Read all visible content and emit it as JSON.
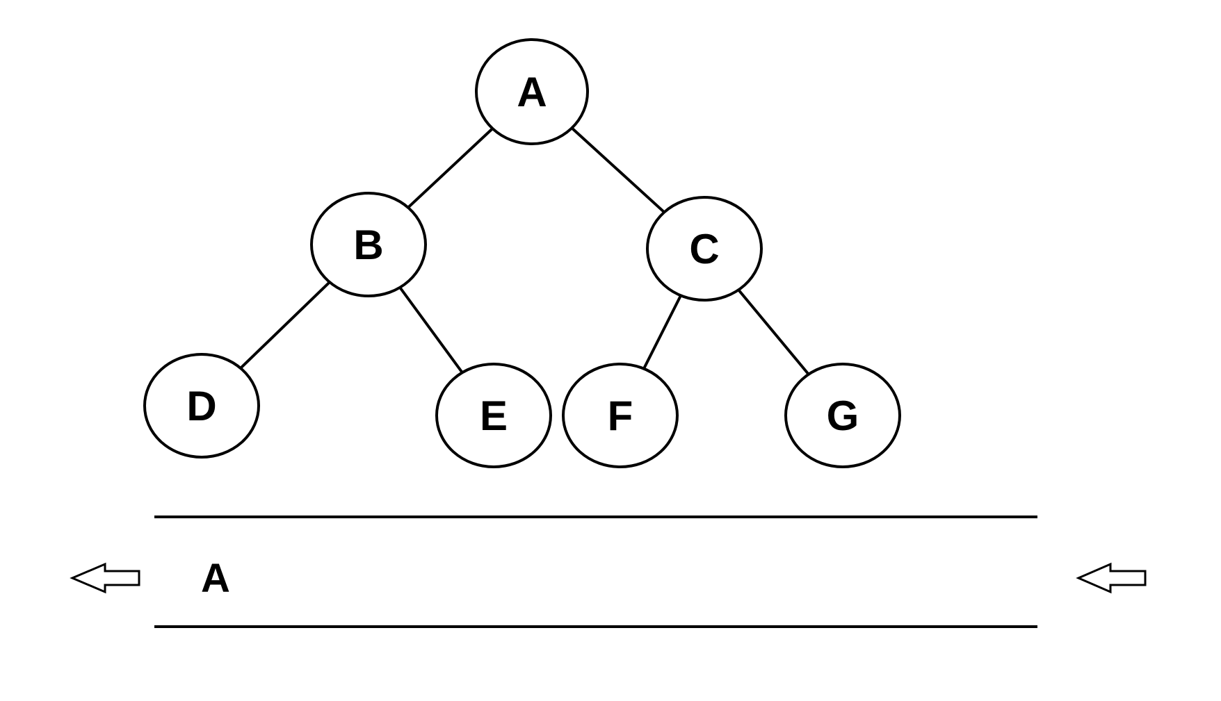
{
  "tree": {
    "nodes": [
      {
        "id": "A",
        "label": "A"
      },
      {
        "id": "B",
        "label": "B"
      },
      {
        "id": "C",
        "label": "C"
      },
      {
        "id": "D",
        "label": "D"
      },
      {
        "id": "E",
        "label": "E"
      },
      {
        "id": "F",
        "label": "F"
      },
      {
        "id": "G",
        "label": "G"
      }
    ],
    "edges": [
      {
        "from": "A",
        "to": "B"
      },
      {
        "from": "A",
        "to": "C"
      },
      {
        "from": "B",
        "to": "D"
      },
      {
        "from": "B",
        "to": "E"
      },
      {
        "from": "C",
        "to": "F"
      },
      {
        "from": "C",
        "to": "G"
      }
    ]
  },
  "queue": {
    "items": [
      "A"
    ],
    "flow": "right-to-left"
  }
}
